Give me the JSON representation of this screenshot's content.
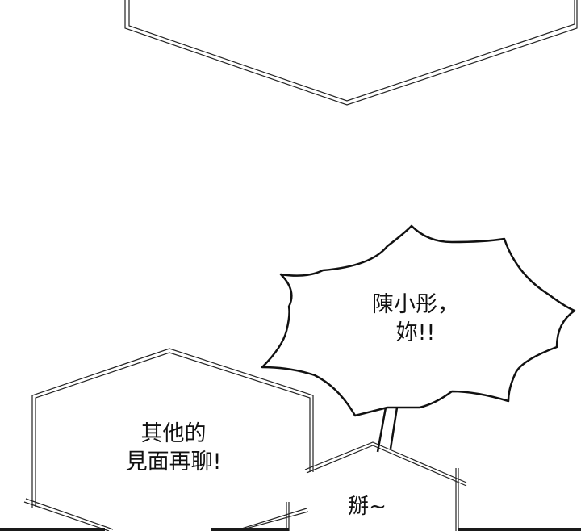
{
  "panel": {
    "burst_text": "陳小彤，\n妳!!",
    "left_balloon_text": "其他的\n見面再聊!",
    "small_balloon_text": "掰~"
  }
}
